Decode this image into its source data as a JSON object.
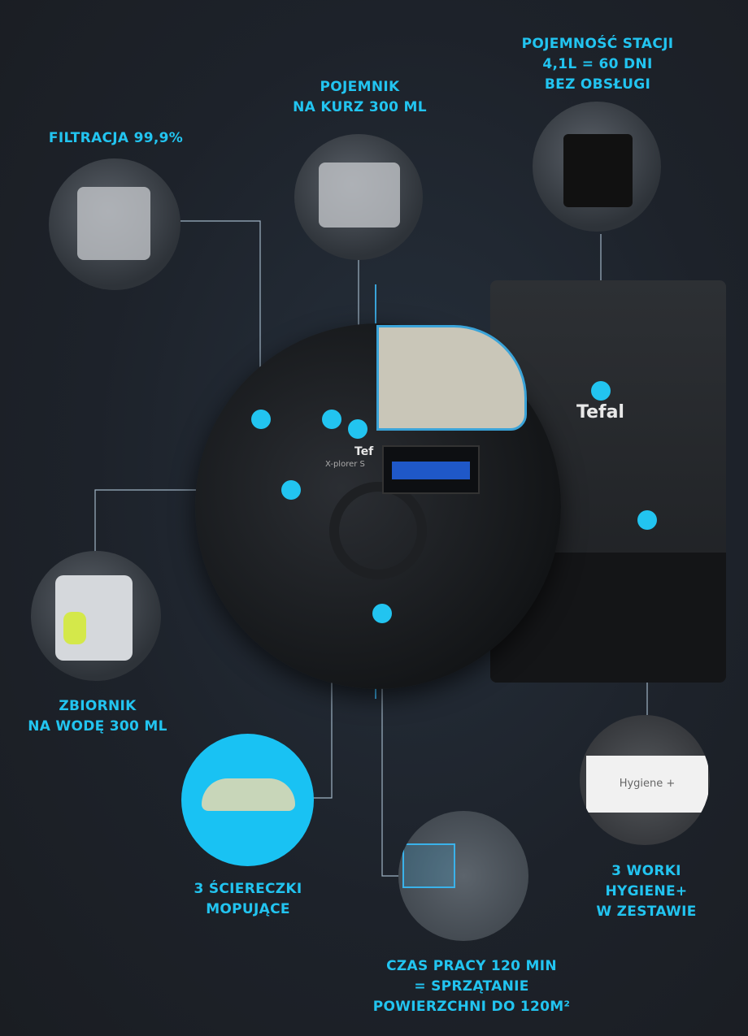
{
  "labels": {
    "filtration": "FILTRACJA  99,9%",
    "dust_container": "POJEMNIK\nNA KURZ 300 ML",
    "station_capacity": "POJEMNOŚĆ STACJI\n4,1L = 60 DNI\nBEZ OBSŁUGI",
    "water_tank": "ZBIORNIK\nNA WODĘ 300 ML",
    "mops": "3 ŚCIERECZKI\nMOPUJĄCE",
    "runtime": "CZAS PRACY 120 MIN\n= SPRZĄTANIE\nPOWIERZCHNI DO 120M²",
    "bags": "3 WORKI\nHYGIENE+\nW ZESTAWIE"
  },
  "product": {
    "station_brand": "Tefal",
    "robot_brand": "Tef",
    "robot_model": "X-plorer S",
    "bag_label": "Hygiene +"
  },
  "colors": {
    "accent": "#22c4f0",
    "background": "#1d222a"
  }
}
